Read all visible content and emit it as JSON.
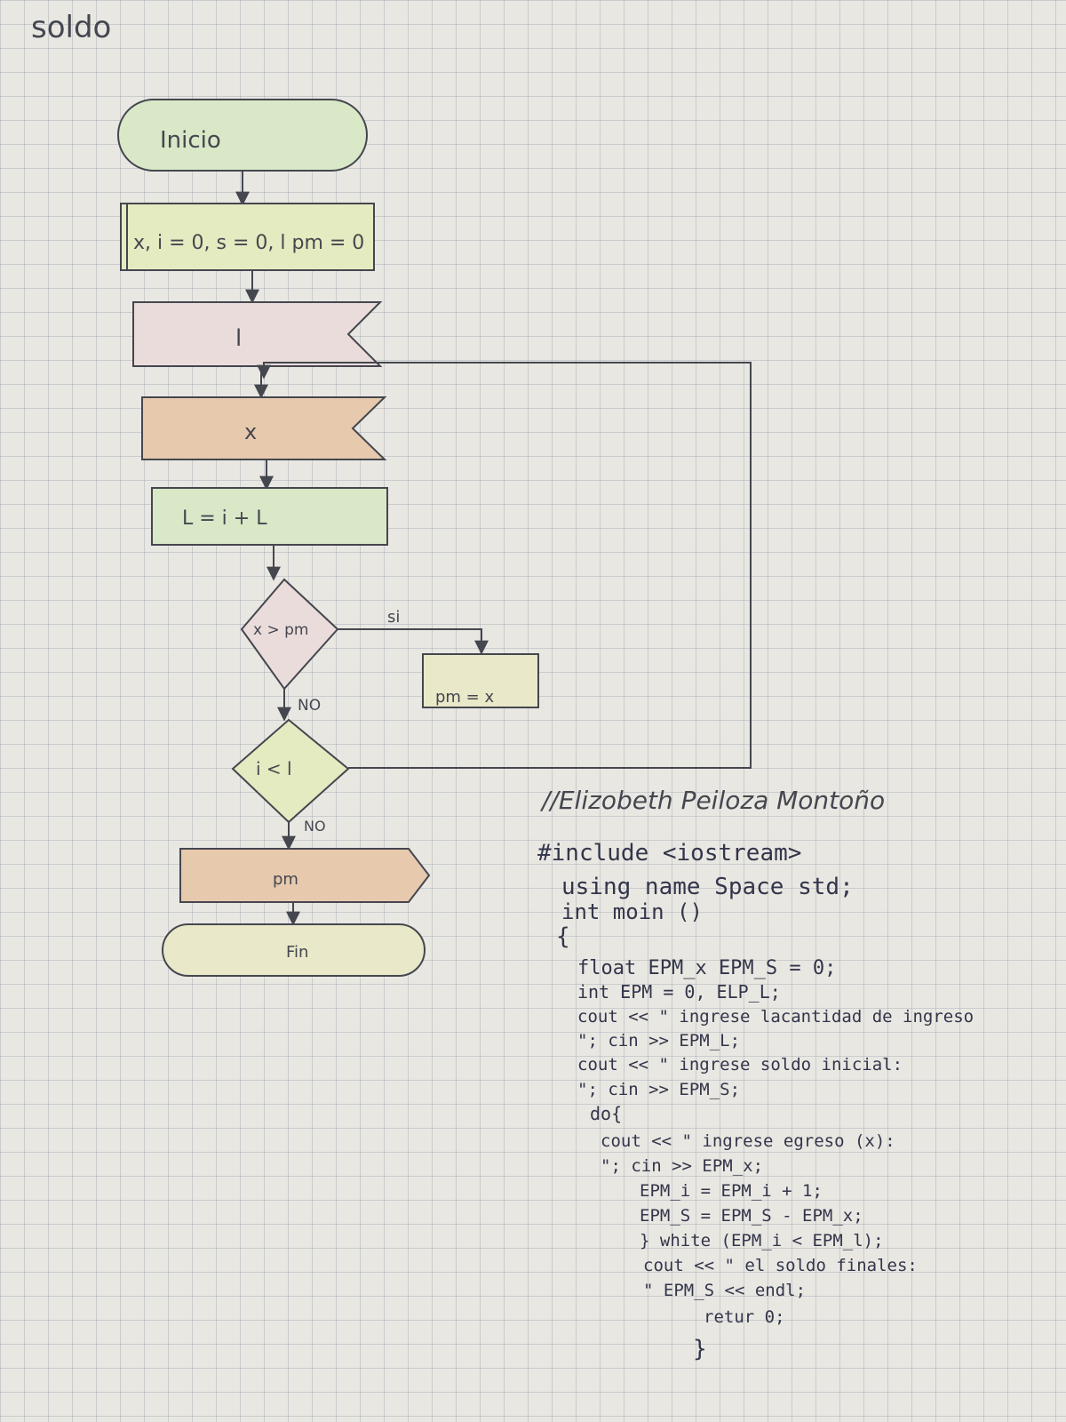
{
  "page_title": "soldo",
  "flowchart": {
    "start_label": "Inicio",
    "init_process": "x, i = 0, s = 0, l pm = 0",
    "input_l": "l",
    "input_x": "x",
    "increment": "L = i + L",
    "decision_1": "x > pm",
    "yes_label": "si",
    "assign_pm": "pm = x",
    "no_label_1": "NO",
    "decision_2": "i < l",
    "no_label_2": "NO",
    "output_pm": "pm",
    "end_label": "Fin"
  },
  "code": {
    "author": "//Elizobeth Peiloza Montoño",
    "lines": [
      "#include <iostream>",
      "using name Space std;",
      "int moin ()",
      "{",
      "float EPM_x EPM_S = 0;",
      "int EPM = 0, ELP_L;",
      "cout << \" ingrese lacantidad de ingreso",
      "\"; cin >> EPM_L;",
      "cout << \" ingrese soldo inicial:",
      "\"; cin >> EPM_S;",
      "do{",
      "cout << \" ingrese egreso (x):",
      "\"; cin >> EPM_x;",
      "EPM_i = EPM_i + 1;",
      "EPM_S = EPM_S - EPM_x;",
      "} white (EPM_i < EPM_l);",
      "cout << \" el soldo finales:",
      "\" EPM_S << endl;",
      "retur 0;",
      "}"
    ]
  },
  "colors": {
    "ink": "#45474f",
    "green_fill": "#d9e8c7",
    "yellow_green_fill": "#e4ebc0",
    "pink_fill": "#ebdcdc",
    "orange_fill": "#e7c9ad",
    "pale_yellow": "#e9e8c8"
  }
}
